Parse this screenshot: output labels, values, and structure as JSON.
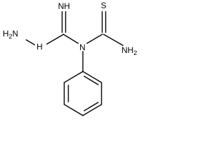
{
  "molecule": {
    "atoms": {
      "imine_nh": "NH",
      "hydrazine_nh2": {
        "main": "H",
        "sub": "2",
        "tail": "N"
      },
      "hydrazine_nh": "H",
      "central_n": "N",
      "thione_s": "S",
      "thioamide_nh2": {
        "main": "NH",
        "sub": "2"
      }
    },
    "colors": {
      "bond": "#000000",
      "label": "#000000",
      "background": "#ffffff"
    }
  }
}
